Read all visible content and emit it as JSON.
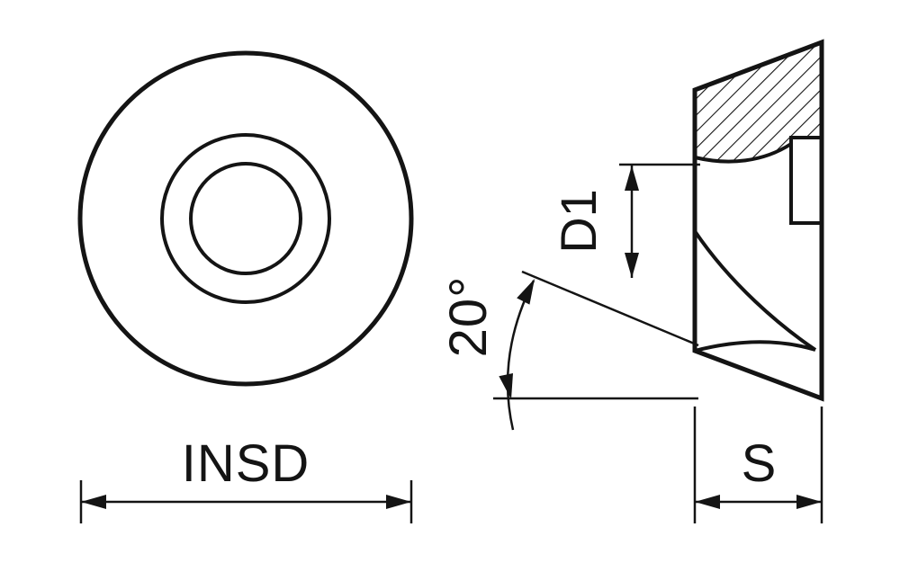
{
  "diagram": {
    "type": "technical-drawing",
    "subject": "round milling insert – front view and side section view",
    "labels": {
      "inscribed_diameter": "INSD",
      "thickness": "S",
      "hole_diameter": "D1",
      "clearance_angle": "20°"
    },
    "colors": {
      "insert_fill": "#F9A51D",
      "insert_inner_fill": "#FBB843",
      "hole_fill": "#FFFFFF",
      "line": "#141414",
      "background": "#FFFFFF"
    }
  }
}
